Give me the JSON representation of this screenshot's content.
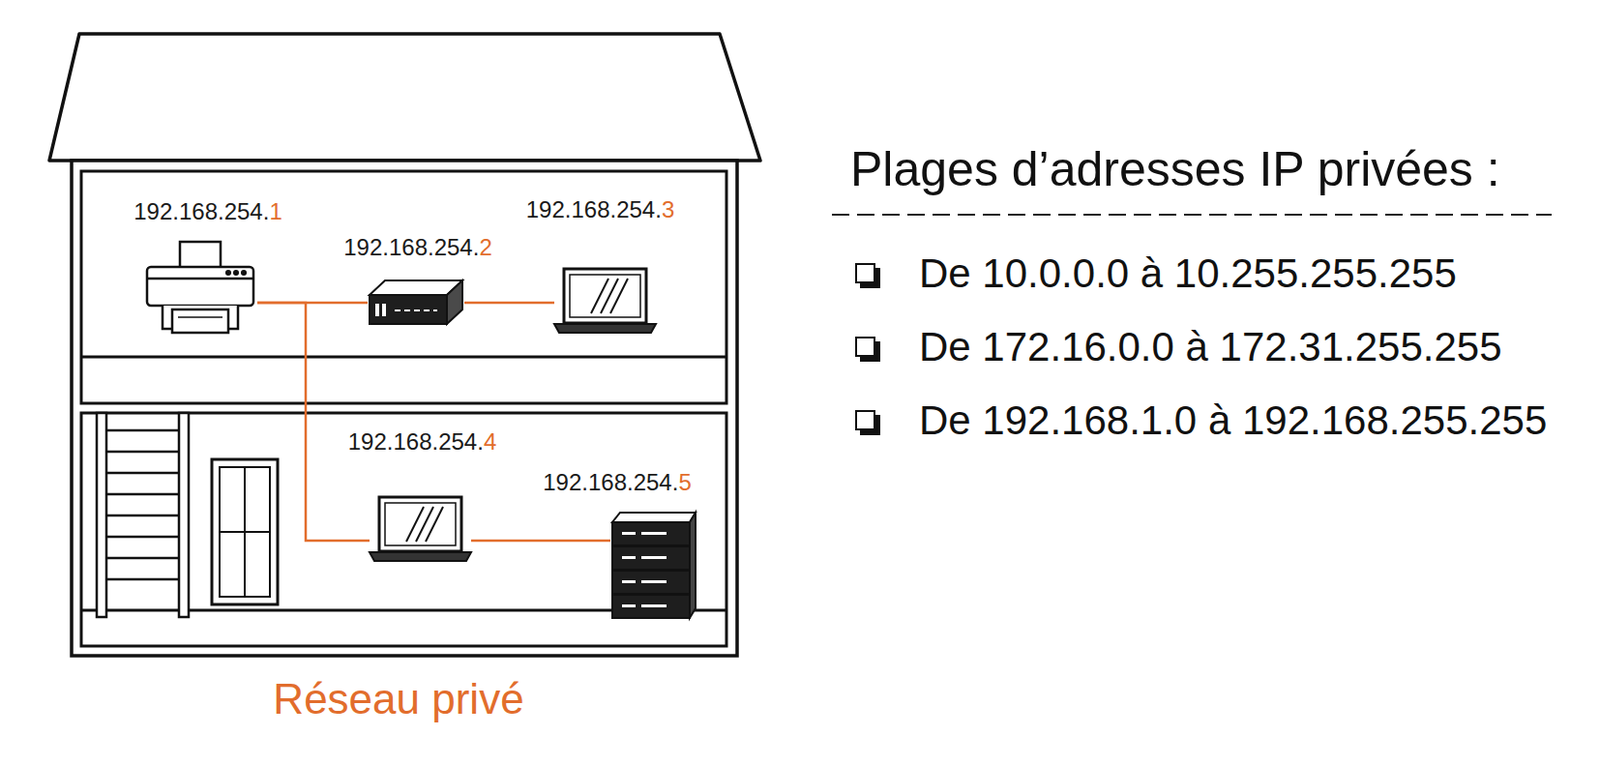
{
  "diagram": {
    "title": "Plages d’adresses IP privées :",
    "caption": "Réseau privé",
    "nodes": [
      {
        "text": [
          "192.168.254.1"
        ]
      },
      {
        "text": [
          "192.168.254.2"
        ]
      },
      {
        "text": [
          "192.168.254.3"
        ]
      },
      {
        "text": [
          "192.168.254.4"
        ]
      },
      {
        "text": [
          "192.168.254.5"
        ]
      }
    ],
    "edges": [
      {
        "from": 0,
        "to": 1,
        "arrow": "none"
      },
      {
        "from": 1,
        "to": 2,
        "arrow": "none"
      },
      {
        "from": 0,
        "to": 3,
        "arrow": "none"
      },
      {
        "from": 3,
        "to": 4,
        "arrow": "none"
      }
    ],
    "labels": [
      "De 10.0.0.0 à 10.255.255.255",
      "De 172.16.0.0 à 172.31.255.255",
      "De 192.168.1.0 à 192.168.255.255"
    ]
  }
}
